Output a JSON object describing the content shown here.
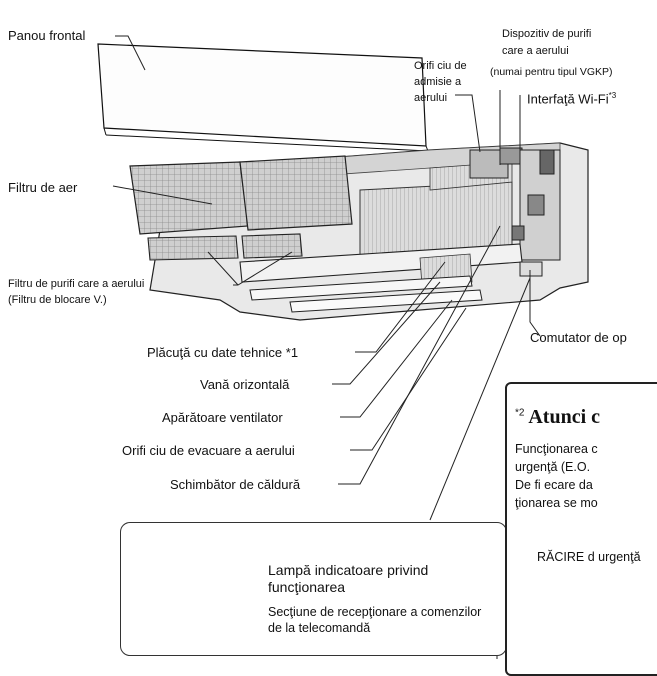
{
  "labels": {
    "front_panel": "Panou frontal",
    "intake_grille": "Orifi ciu de admisie a aerului",
    "purifier_device": "Dispozitiv de purifi care a aerului",
    "purifier_note": "(numai pentru tipul VGKP)",
    "wifi": "Interfaţă Wi-Fi",
    "wifi_mark": "*3",
    "air_filter": "Filtru de aer",
    "purify_filter": "Filtru de purifi care a aerului",
    "purify_filter_note": "(Filtru de blocare V.)",
    "nameplate": "Plăcuţă cu date tehnice *1",
    "operation_switch": "Comutator de op",
    "horizontal_louver": "Vană orizontală",
    "fan_guard": "Apărătoare ventilator",
    "outlet": "Orifi ciu de evacuare a aerului",
    "heat_exchanger": "Schimbător de căldură",
    "lamp": "Lampă indicatoare privind funcţionarea",
    "receiver": "Secţiune de recepţionare a comenzilor de la telecomandă"
  },
  "inset": {
    "mark": "*2",
    "title": "Atunci c",
    "lines": [
      "Funcţionarea c",
      "urgenţă (E.O.",
      "De fi ecare da",
      "ţionarea se mo"
    ],
    "mode": "RĂCIRE d urgenţă"
  }
}
